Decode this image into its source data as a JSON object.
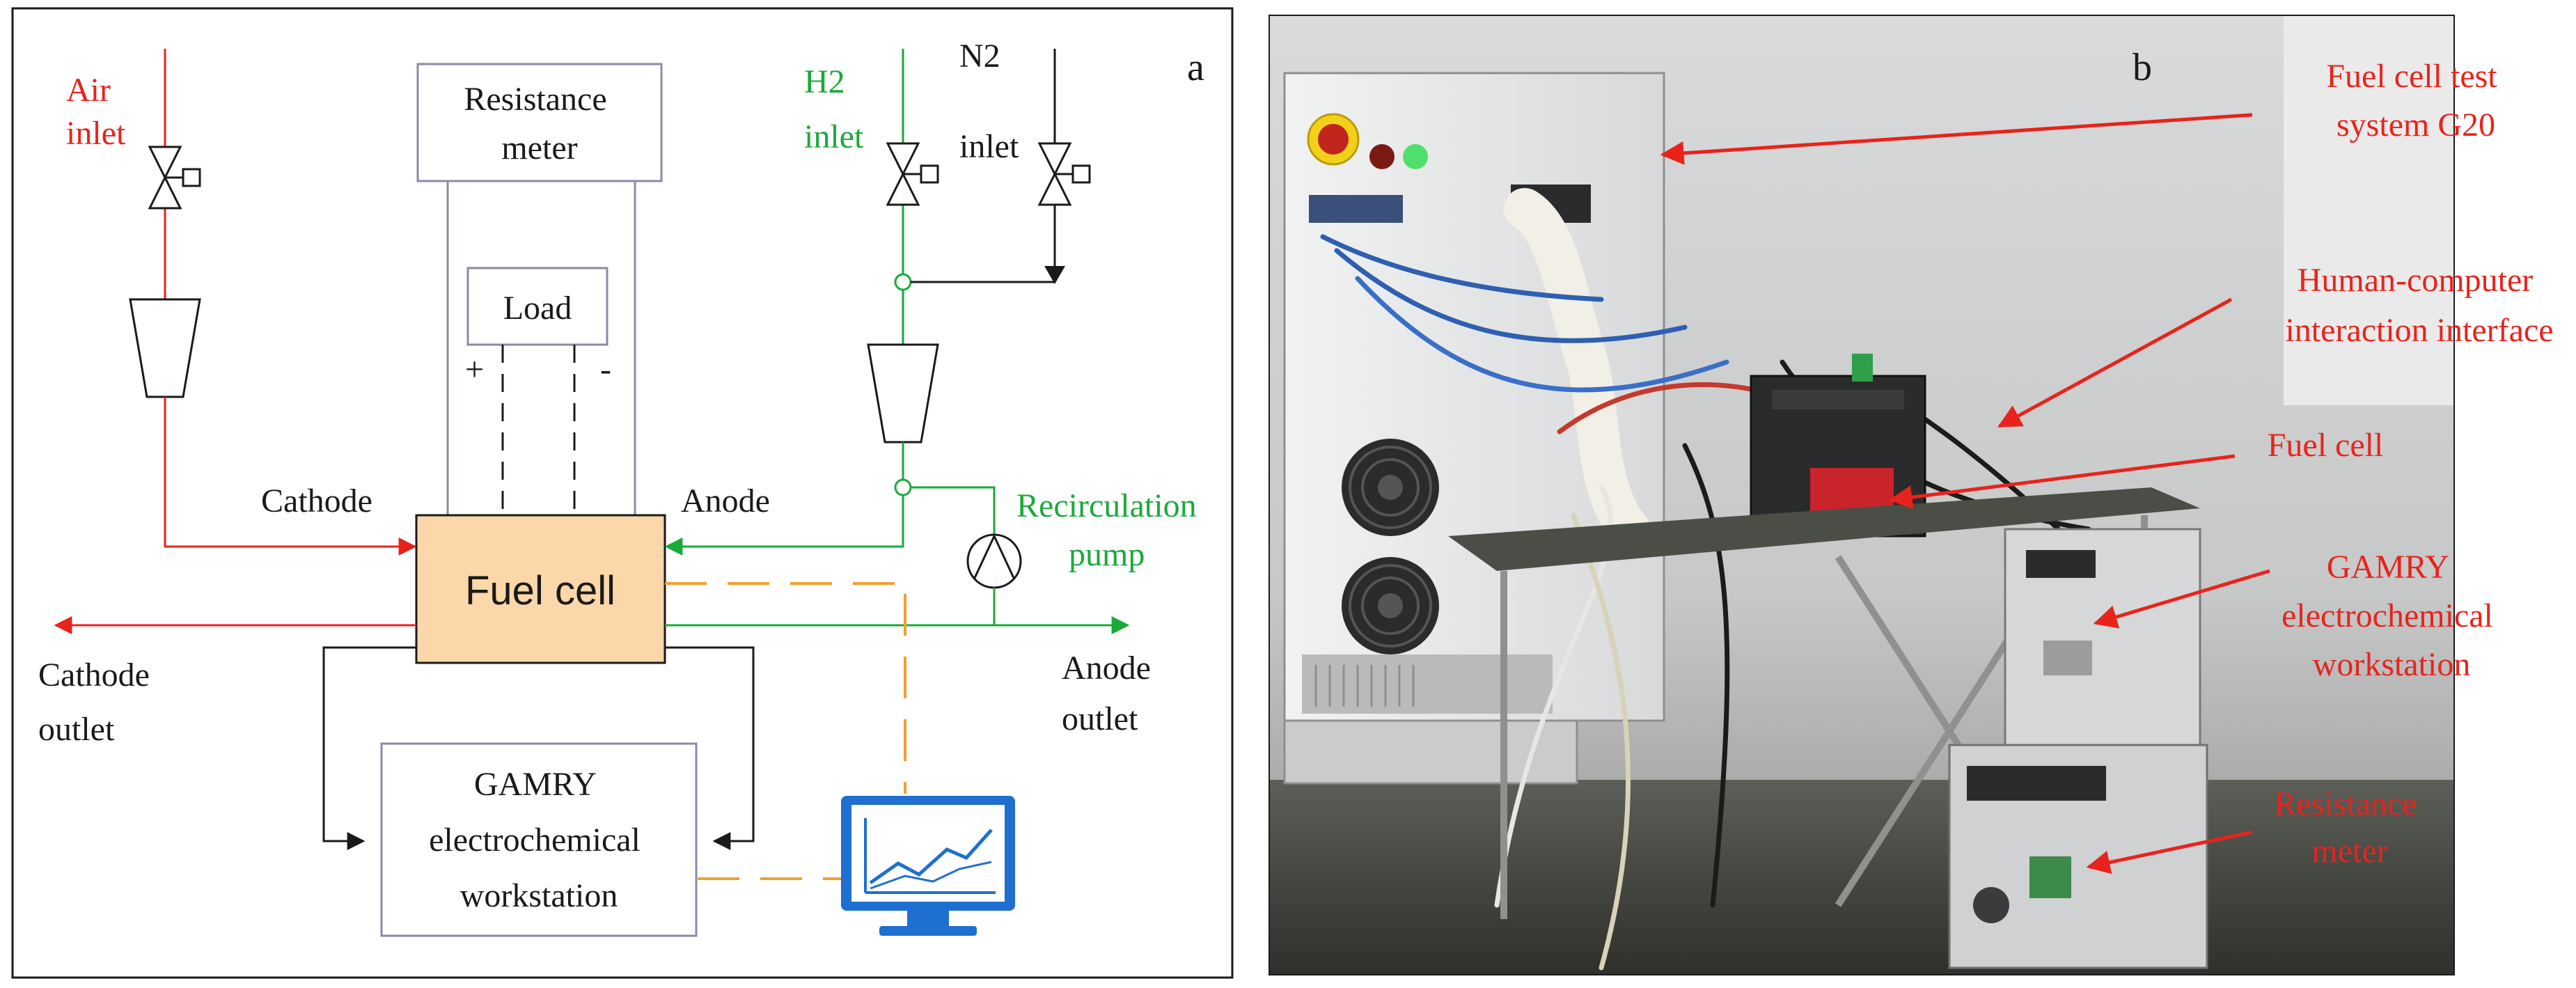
{
  "colors": {
    "air": "#e8231c",
    "hydrogen": "#1aaa3a",
    "signal": "#f0a030",
    "line": "#1a1a1a",
    "fuel_cell_fill": "#fbd7a9",
    "callout": "#e8231c",
    "monitor": "#1e6fd0"
  },
  "panel_a": {
    "label": "a",
    "air_inlet": [
      "Air",
      "inlet"
    ],
    "h2_inlet": [
      "H2",
      "inlet"
    ],
    "n2_inlet": [
      "N2",
      "inlet"
    ],
    "resistance_meter": [
      "Resistance",
      "meter"
    ],
    "load": "Load",
    "plus": "+",
    "minus": "-",
    "cathode": "Cathode",
    "anode": "Anode",
    "fuel_cell": "Fuel cell",
    "recirculation_pump": [
      "Recirculation",
      "pump"
    ],
    "cathode_outlet": [
      "Cathode",
      "outlet"
    ],
    "anode_outlet": [
      "Anode",
      "outlet"
    ],
    "workstation": [
      "GAMRY",
      "electrochemical",
      "workstation"
    ],
    "icons": {
      "valve": "valve-icon",
      "compressor": "compressor-icon",
      "pump": "pump-icon",
      "monitor": "monitor-chart-icon"
    }
  },
  "panel_b": {
    "label": "b",
    "callouts": {
      "test_system": [
        "Fuel cell test",
        "system  G20"
      ],
      "hci": [
        "Human-computer",
        "interaction  interface"
      ],
      "fuel_cell": [
        "Fuel cell"
      ],
      "gamry": [
        "GAMRY",
        "electrochemical",
        "workstation"
      ],
      "resistance": [
        "Resistance",
        "meter"
      ]
    }
  }
}
